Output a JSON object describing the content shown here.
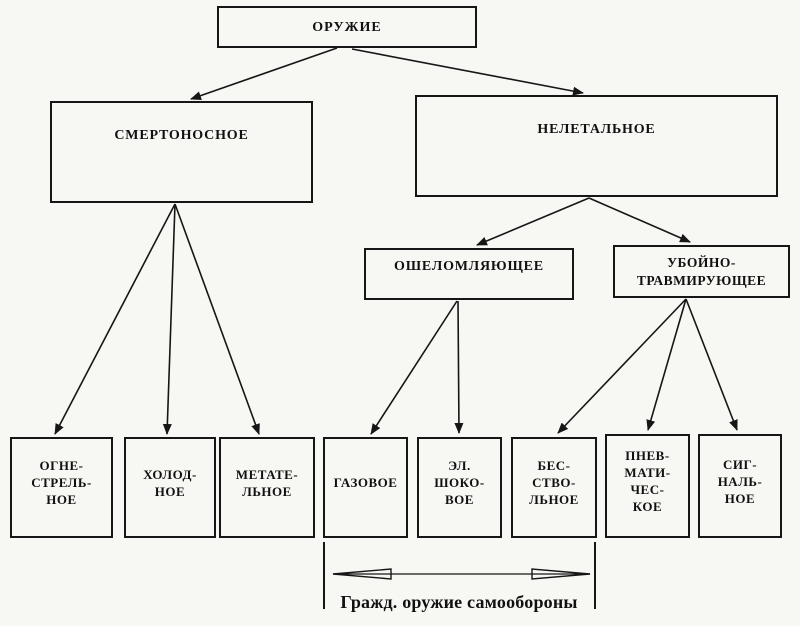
{
  "colors": {
    "background": "#f7f7f4",
    "line": "#161616",
    "text": "#111111"
  },
  "nodes": {
    "weapon": {
      "label": "ОРУЖИЕ"
    },
    "lethal": {
      "label": "СМЕРТОНОСНОЕ"
    },
    "nonlethal": {
      "label": "НЕЛЕТАЛЬНОЕ"
    },
    "stunning": {
      "label": "ОШЕЛОМЛЯЮЩЕЕ"
    },
    "traumatic": {
      "label": "УБОЙНО-\nТРАВМИРУЮЩЕЕ"
    },
    "firearm": {
      "label": "ОГНЕ-\nСТРЕЛЬ-\nНОЕ"
    },
    "cold": {
      "label": "ХОЛОД-\nНОЕ"
    },
    "throwing": {
      "label": "МЕТАТЕ-\nЛЬНОЕ"
    },
    "gas": {
      "label": "ГАЗОВОЕ"
    },
    "electroshock": {
      "label": "ЭЛ.\nШОКО-\nВОЕ"
    },
    "barrelless": {
      "label": "БЕС-\nСТВО-\nЛЬНОЕ"
    },
    "pneumatic": {
      "label": "ПНЕВ-\nМАТИ-\nЧЕС-\nКОЕ"
    },
    "signal": {
      "label": "СИГ-\nНАЛЬ-\nНОЕ"
    }
  },
  "footer": {
    "bracket_label": "Гражд. оружие самообороны"
  }
}
